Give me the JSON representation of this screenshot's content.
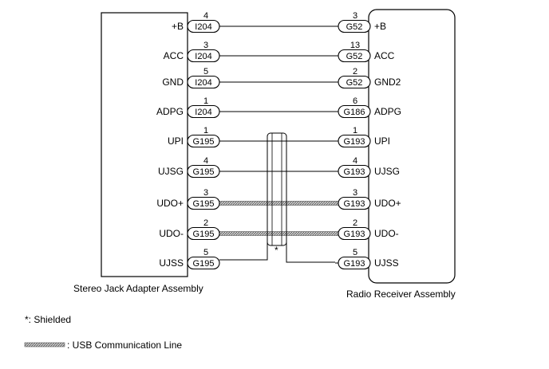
{
  "left_component": {
    "name": "Stereo Jack Adapter Assembly",
    "pins": [
      {
        "label": "+B",
        "pin": "4",
        "connector": "I204"
      },
      {
        "label": "ACC",
        "pin": "3",
        "connector": "I204"
      },
      {
        "label": "GND",
        "pin": "5",
        "connector": "I204"
      },
      {
        "label": "ADPG",
        "pin": "1",
        "connector": "I204"
      },
      {
        "label": "UPI",
        "pin": "1",
        "connector": "G195"
      },
      {
        "label": "UJSG",
        "pin": "4",
        "connector": "G195"
      },
      {
        "label": "UDO+",
        "pin": "3",
        "connector": "G195"
      },
      {
        "label": "UDO-",
        "pin": "2",
        "connector": "G195"
      },
      {
        "label": "UJSS",
        "pin": "5",
        "connector": "G195"
      }
    ]
  },
  "right_component": {
    "name": "Radio Receiver Assembly",
    "pins": [
      {
        "label": "+B",
        "pin": "3",
        "connector": "G52"
      },
      {
        "label": "ACC",
        "pin": "13",
        "connector": "G52"
      },
      {
        "label": "GND2",
        "pin": "2",
        "connector": "G52"
      },
      {
        "label": "ADPG",
        "pin": "6",
        "connector": "G186"
      },
      {
        "label": "UPI",
        "pin": "1",
        "connector": "G193"
      },
      {
        "label": "UJSG",
        "pin": "4",
        "connector": "G193"
      },
      {
        "label": "UDO+",
        "pin": "3",
        "connector": "G193"
      },
      {
        "label": "UDO-",
        "pin": "2",
        "connector": "G193"
      },
      {
        "label": "UJSS",
        "pin": "5",
        "connector": "G193"
      }
    ]
  },
  "wires": [
    {
      "from": "+B",
      "to": "+B",
      "type": "normal"
    },
    {
      "from": "ACC",
      "to": "ACC",
      "type": "normal"
    },
    {
      "from": "GND",
      "to": "GND2",
      "type": "normal"
    },
    {
      "from": "ADPG",
      "to": "ADPG",
      "type": "normal"
    },
    {
      "from": "UPI",
      "to": "UPI",
      "type": "normal"
    },
    {
      "from": "UJSG",
      "to": "UJSG",
      "type": "normal"
    },
    {
      "from": "UDO+",
      "to": "UDO+",
      "type": "usb"
    },
    {
      "from": "UDO-",
      "to": "UDO-",
      "type": "usb"
    },
    {
      "from": "UJSS",
      "to": "UJSS",
      "type": "normal"
    }
  ],
  "shield_marker": "*",
  "legend": {
    "shielded": "*: Shielded",
    "usb_line": ": USB Communication Line"
  }
}
